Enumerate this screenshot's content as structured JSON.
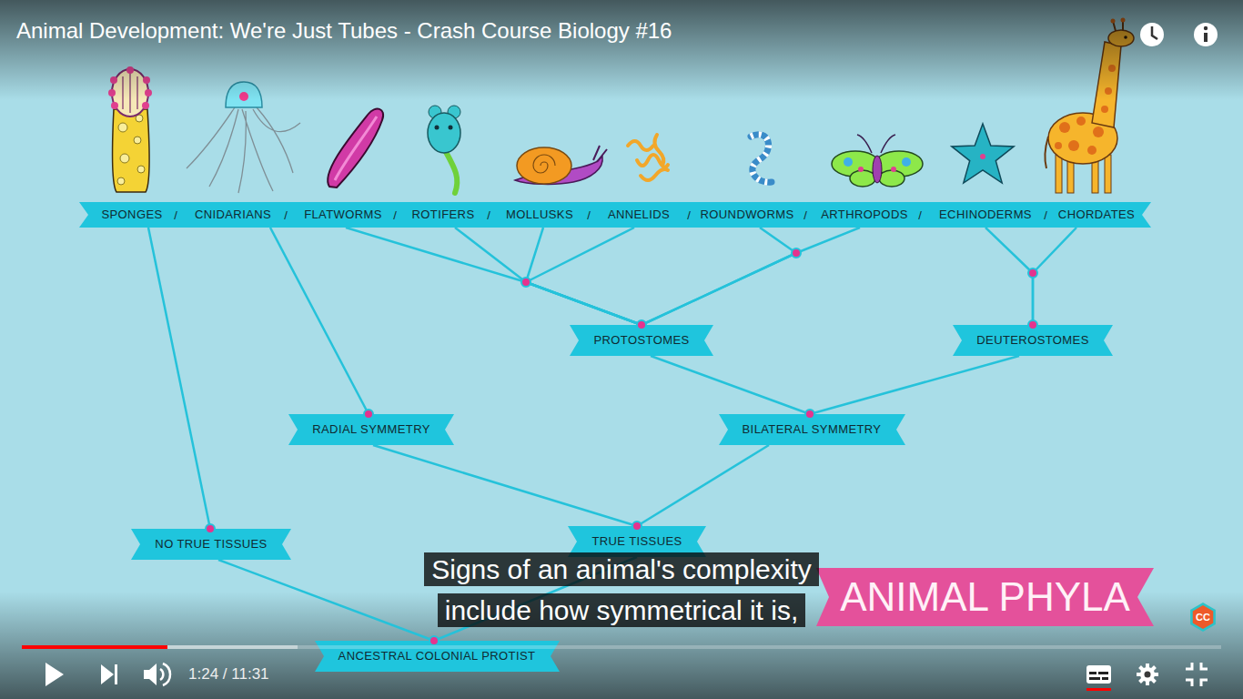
{
  "diagram": {
    "title": "Animal Development: We're Just Tubes - Crash Course Biology #16",
    "caption": "Signs of an animal's complexity include how symmetrical it is,",
    "nodes": [
      {
        "text": [
          "SPONGES"
        ]
      },
      {
        "text": [
          "CNIDARIANS"
        ]
      },
      {
        "text": [
          "FLATWORMS"
        ]
      },
      {
        "text": [
          "ROTIFERS"
        ]
      },
      {
        "text": [
          "MOLLUSKS"
        ]
      },
      {
        "text": [
          "ANNELIDS"
        ]
      },
      {
        "text": [
          "ROUNDWORMS"
        ]
      },
      {
        "text": [
          "ARTHROPODS"
        ]
      },
      {
        "text": [
          "ECHINODERMS"
        ]
      },
      {
        "text": [
          "CHORDATES"
        ]
      },
      {
        "text": [
          "PROTOSTOMES"
        ]
      },
      {
        "text": [
          "DEUTEROSTOMES"
        ]
      },
      {
        "text": [
          "RADIAL SYMMETRY"
        ]
      },
      {
        "text": [
          "BILATERAL SYMMETRY"
        ]
      },
      {
        "text": [
          "NO TRUE TISSUES"
        ]
      },
      {
        "text": [
          "TRUE TISSUES"
        ]
      },
      {
        "text": [
          "ANIMAL PHYLA"
        ]
      },
      {
        "text": [
          "CC"
        ]
      },
      {
        "text": [
          "ANCESTRAL COLONIAL PROTIST"
        ]
      }
    ],
    "edges": [
      {
        "from": 0,
        "to": 14,
        "arrow": "none"
      },
      {
        "from": 1,
        "to": 12,
        "arrow": "none"
      },
      {
        "from": 2,
        "to": 10,
        "arrow": "none"
      },
      {
        "from": 3,
        "to": 10,
        "arrow": "none"
      },
      {
        "from": 4,
        "to": 10,
        "arrow": "none"
      },
      {
        "from": 5,
        "to": 10,
        "arrow": "none"
      },
      {
        "from": 6,
        "to": 10,
        "arrow": "none"
      },
      {
        "from": 7,
        "to": 10,
        "arrow": "none"
      },
      {
        "from": 8,
        "to": 11,
        "arrow": "none"
      },
      {
        "from": 9,
        "to": 11,
        "arrow": "none"
      },
      {
        "from": 10,
        "to": 13,
        "arrow": "none"
      },
      {
        "from": 11,
        "to": 13,
        "arrow": "none"
      },
      {
        "from": 12,
        "to": 15,
        "arrow": "none"
      },
      {
        "from": 13,
        "to": 15,
        "arrow": "none"
      },
      {
        "from": 14,
        "to": 18,
        "arrow": "none"
      },
      {
        "from": 15,
        "to": 18,
        "arrow": "none"
      }
    ],
    "labels": [
      "/",
      "/",
      "/",
      "/",
      "/",
      "/",
      "/",
      "/",
      "/",
      "1:24 / 11:31"
    ]
  }
}
